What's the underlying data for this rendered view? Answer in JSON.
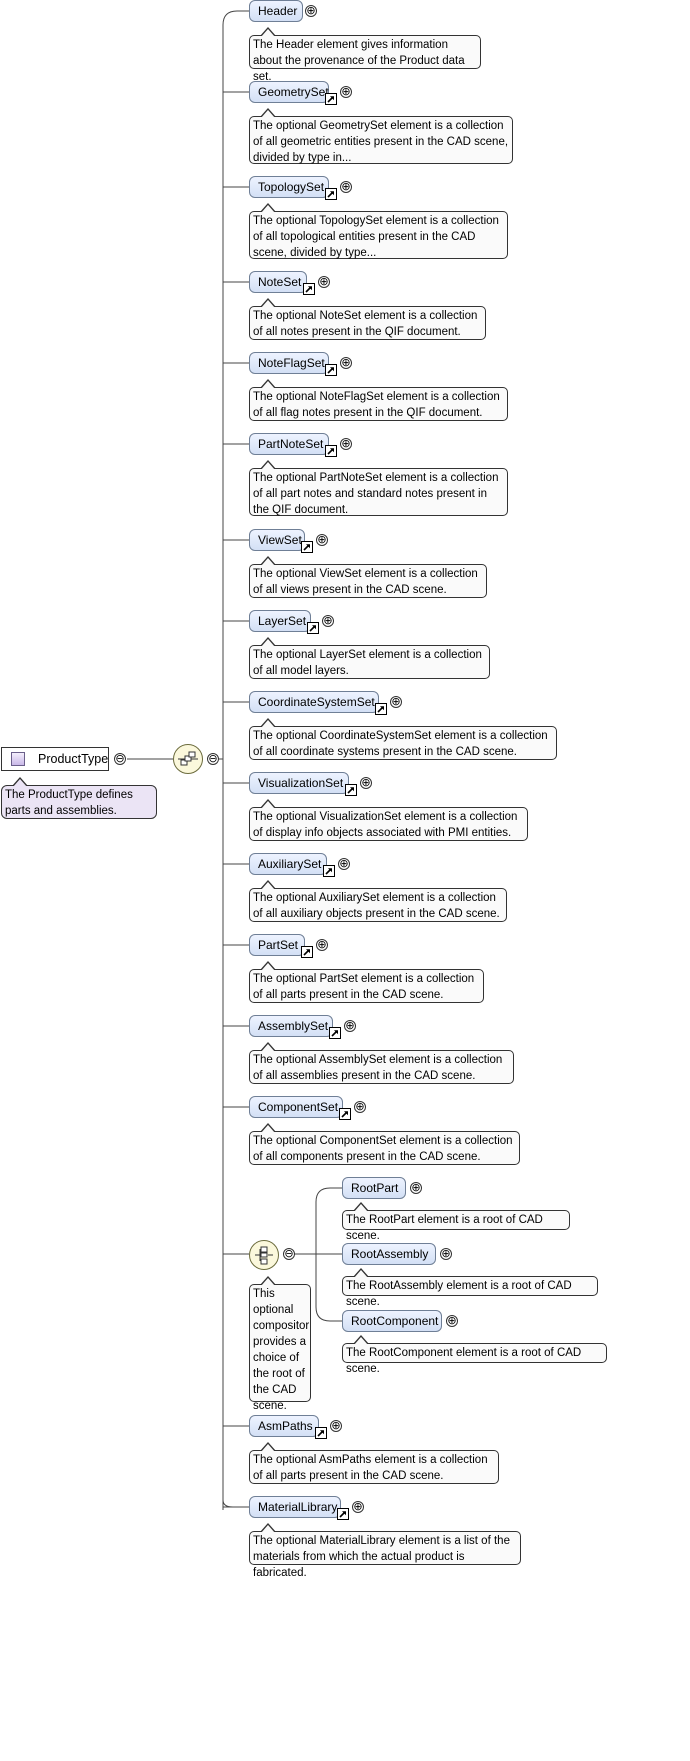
{
  "root": {
    "label": "ProductType",
    "note": "The ProductType defines parts and assemblies.",
    "icon": "complex-type-icon"
  },
  "sequence": {
    "icon": "sequence-compositor-icon",
    "expander": "⊖"
  },
  "elements": [
    {
      "label": "Header",
      "note": "The Header element gives information about the provenance of the Product data set.",
      "ref": false
    },
    {
      "label": "GeometrySet",
      "note": "The optional GeometrySet element is a collection of all geometric entities present in the CAD scene, divided by type in...",
      "ref": true
    },
    {
      "label": "TopologySet",
      "note": "The optional TopologySet element is a collection of all topological entities present in the CAD scene, divided by type...",
      "ref": true
    },
    {
      "label": "NoteSet",
      "note": "The optional NoteSet element is a collection of all notes present in the QIF document.",
      "ref": true
    },
    {
      "label": "NoteFlagSet",
      "note": "The optional NoteFlagSet element is a collection of all flag notes present in the QIF document.",
      "ref": true
    },
    {
      "label": "PartNoteSet",
      "note": "The optional PartNoteSet element is a collection of all part notes and standard notes present in the QIF document.",
      "ref": true
    },
    {
      "label": "ViewSet",
      "note": "The optional ViewSet element is a collection of all views present in the CAD scene.",
      "ref": true
    },
    {
      "label": "LayerSet",
      "note": "The optional LayerSet element is a collection of all model layers.",
      "ref": true
    },
    {
      "label": "CoordinateSystemSet",
      "note": "The optional CoordinateSystemSet element is a collection of all coordinate systems present in the CAD scene.",
      "ref": true
    },
    {
      "label": "VisualizationSet",
      "note": "The optional VisualizationSet element is a collection of display info objects associated with PMI entities.",
      "ref": true
    },
    {
      "label": "AuxiliarySet",
      "note": "The optional AuxiliarySet element is a collection of all auxiliary objects present in the CAD scene.",
      "ref": true
    },
    {
      "label": "PartSet",
      "note": "The optional PartSet element is a collection of all parts present in the CAD scene.",
      "ref": true
    },
    {
      "label": "AssemblySet",
      "note": "The optional AssemblySet element is a collection of all assemblies present in the CAD scene.",
      "ref": true
    },
    {
      "label": "ComponentSet",
      "note": "The optional ComponentSet element is a collection of all components present in the CAD scene.",
      "ref": true
    },
    {
      "label": "AsmPaths",
      "note": "The optional AsmPaths element is a collection of all parts present in the CAD scene.",
      "ref": true
    },
    {
      "label": "MaterialLibrary",
      "note": "The optional MaterialLibrary element is a list of the materials from which the actual product is fabricated.",
      "ref": true
    }
  ],
  "choice": {
    "icon": "choice-compositor-icon",
    "note": "This optional compositor provides a choice of the root of the CAD scene.",
    "items": [
      {
        "label": "RootPart",
        "note": "The RootPart element is a root of CAD scene."
      },
      {
        "label": "RootAssembly",
        "note": "The RootAssembly element is a root of CAD scene."
      },
      {
        "label": "RootComponent",
        "note": "The RootComponent element is a root of CAD scene."
      }
    ]
  },
  "symbols": {
    "expand": "⊕",
    "collapse": "⊖",
    "ref_icon": "shortcut-arrow-icon"
  }
}
